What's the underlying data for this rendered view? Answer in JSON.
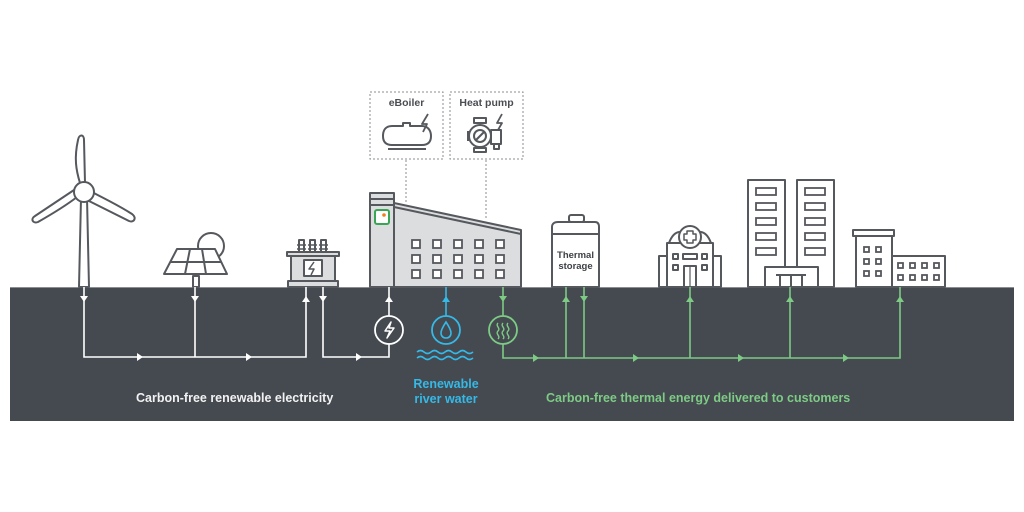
{
  "diagram": {
    "colors": {
      "ground": "#454950",
      "outline": "#55585d",
      "fill_light": "#dcdddf",
      "electric": "#ffffff",
      "water": "#35b9e6",
      "thermal": "#7dcb85",
      "indicator_green": "#3aa655",
      "indicator_orange": "#f07f1d",
      "caption_electric": "#f2f2f2"
    },
    "equipment": {
      "eboiler": {
        "label": "eBoiler",
        "icon": "eboiler-icon"
      },
      "heat_pump": {
        "label": "Heat pump",
        "icon": "heat-pump-icon"
      }
    },
    "thermal_storage": {
      "line1": "Thermal",
      "line2": "storage"
    },
    "captions": {
      "electricity": "Carbon-free renewable electricity",
      "water_line1": "Renewable",
      "water_line2": "river water",
      "thermal": "Carbon-free thermal energy delivered to customers"
    },
    "nodes": [
      {
        "name": "wind-turbine",
        "role": "source"
      },
      {
        "name": "solar-panel",
        "role": "source"
      },
      {
        "name": "transformer",
        "role": "grid"
      },
      {
        "name": "energy-plant",
        "role": "plant"
      },
      {
        "name": "thermal-storage",
        "role": "storage"
      },
      {
        "name": "hospital",
        "role": "customer"
      },
      {
        "name": "office-towers",
        "role": "customer"
      },
      {
        "name": "apartment-buildings",
        "role": "customer"
      }
    ],
    "flow_icons": [
      "lightning-icon",
      "water-drop-icon",
      "heat-waves-icon"
    ]
  }
}
